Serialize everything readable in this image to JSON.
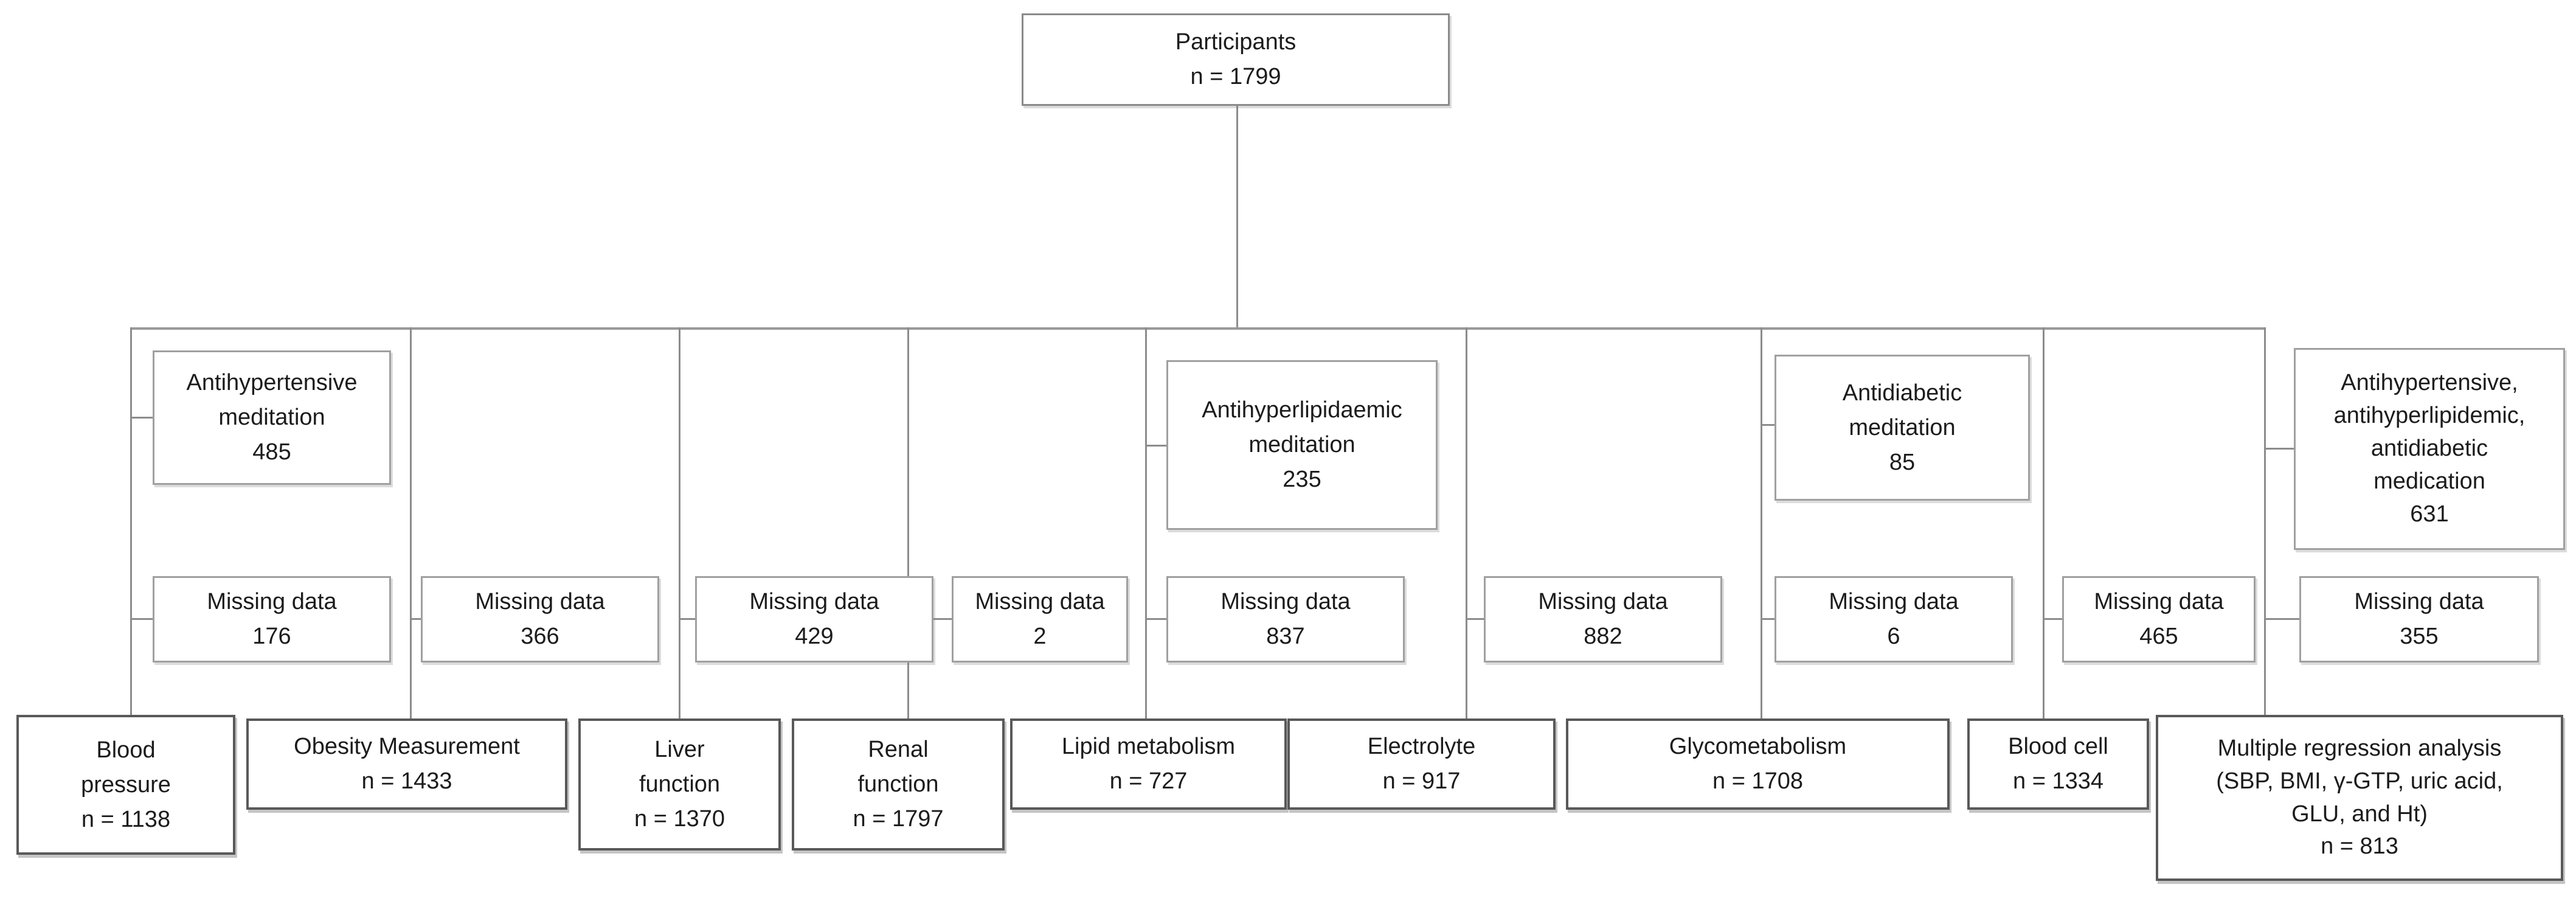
{
  "diagram_type": "participant-flowchart",
  "colors": {
    "background": "#ffffff",
    "box_fill": "#ffffff",
    "box_border_light": "#a0a0a0",
    "box_border_dark": "#595959",
    "connector_line": "#8c8c8c",
    "text": "#1c1c1c"
  },
  "nodes": {
    "participants": "Participants\nn = 1799",
    "medication": {
      "antihypertensive": "Antihypertensive\nmeditation\n485",
      "antihyperlipidaemic": "Antihyperlipidaemic\nmeditation\n235",
      "antidiabetic": "Antidiabetic\nmeditation\n85",
      "combined": "Antihypertensive,\nantihyperlipidemic,\nantidiabetic\nmedication\n631"
    },
    "missing": {
      "blood_pressure": "Missing data\n176",
      "obesity": "Missing data\n366",
      "liver": "Missing data\n429",
      "renal": "Missing data\n2",
      "lipid": "Missing data\n837",
      "electrolyte": "Missing data\n882",
      "glycometabolism": "Missing data\n6",
      "blood_cell": "Missing data\n465",
      "regression": "Missing data\n355"
    },
    "outcomes": {
      "blood_pressure": "Blood\npressure\nn = 1138",
      "obesity": "Obesity Measurement\nn = 1433",
      "liver": "Liver\nfunction\nn = 1370",
      "renal": "Renal\nfunction\nn = 1797",
      "lipid": "Lipid metabolism\nn = 727",
      "electrolyte": "Electrolyte\nn = 917",
      "glycometabolism": "Glycometabolism\nn = 1708",
      "blood_cell": "Blood cell\nn = 1334",
      "regression": "Multiple regression analysis\n(SBP, BMI, γ-GTP, uric acid,\nGLU, and Ht)\nn = 813"
    }
  }
}
